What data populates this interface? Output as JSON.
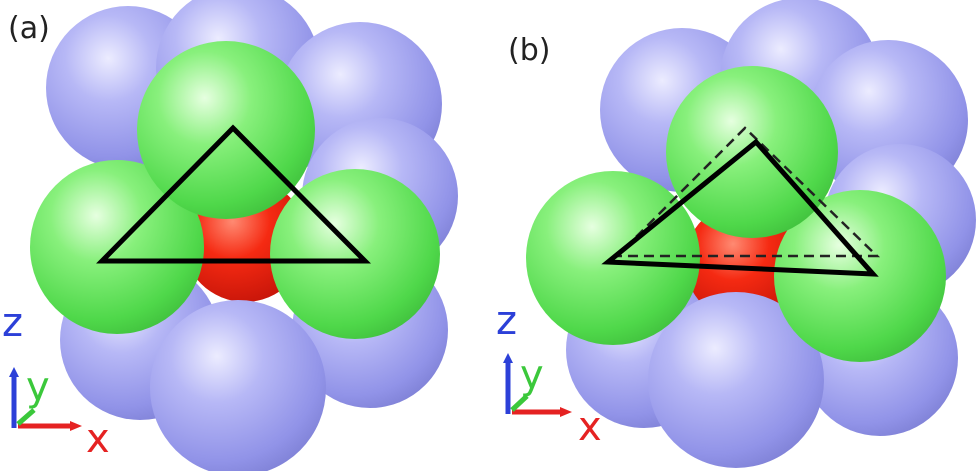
{
  "panels": [
    {
      "label": "(a)",
      "axes": {
        "z": "z",
        "y": "y",
        "x": "x"
      },
      "outline": "solid equilateral triangle"
    },
    {
      "label": "(b)",
      "axes": {
        "z": "z",
        "y": "y",
        "x": "x"
      },
      "outline": "solid triangle with dashed reference triangle"
    }
  ],
  "colors": {
    "blue_sphere": "#9a9cf0",
    "green_sphere": "#5ee65e",
    "red_sphere": "#ee1c0c",
    "triangle": "#000000",
    "axis_z": "#2c40d8",
    "axis_y": "#3bc83b",
    "axis_x": "#e52222"
  }
}
